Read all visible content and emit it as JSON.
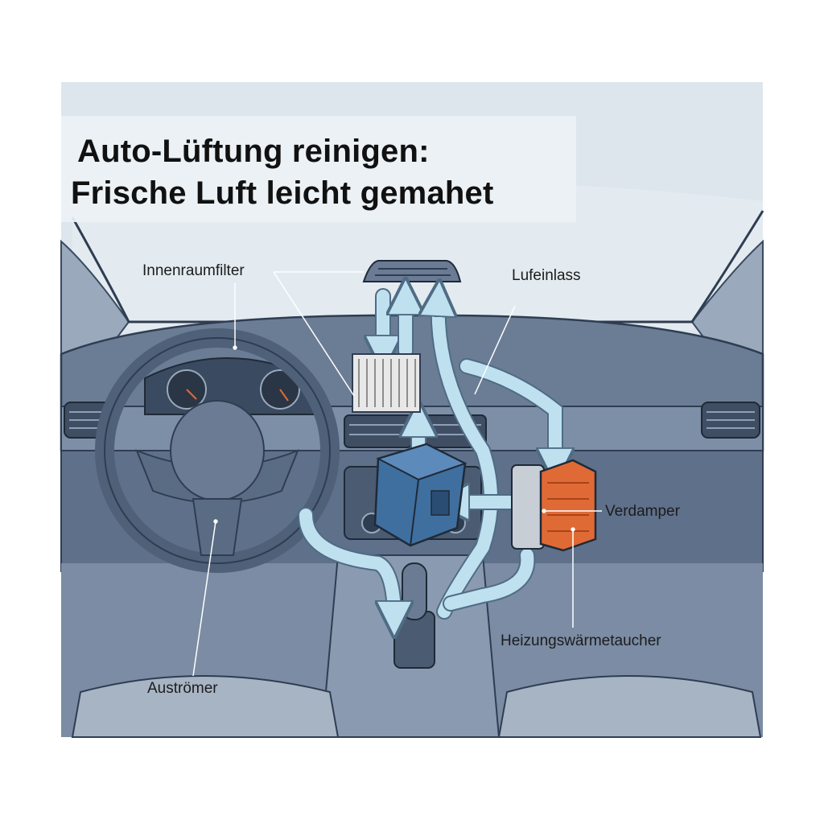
{
  "title": {
    "line1": "Auto-Lüftung reinigen:",
    "line2": "Frische Luft leicht gemahet"
  },
  "labels": {
    "cabin_filter": "Innenraumfilter",
    "air_inlet": "Lufeinlass",
    "evaporator": "Verdamper",
    "heater_core": "Heizungswärmetaucher",
    "outlet": "Auströmer"
  },
  "colors": {
    "sky": "#dce6ec",
    "dashboard": "#6b7d95",
    "dashboard_dark": "#4f6079",
    "airflow": "#bfe0ef",
    "evaporator_box": "#3f6f9f",
    "heater_box": "#e06a35",
    "filter": "#e8e8e8"
  }
}
